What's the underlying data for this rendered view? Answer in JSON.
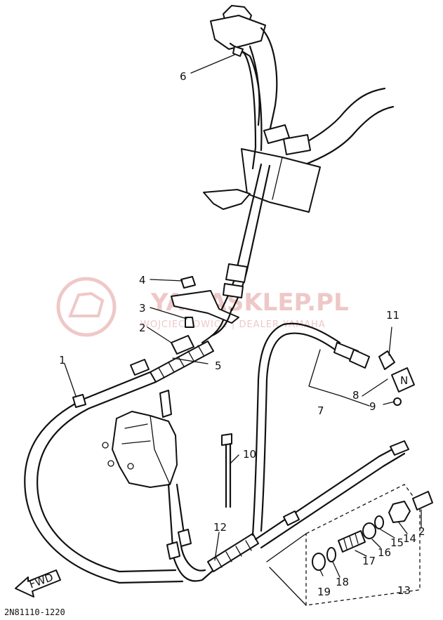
{
  "diagram_code": "2N81110-1220",
  "fwd_label": "FWD",
  "neutral_mark": "N",
  "watermark": {
    "brand": "YAMASKLEP.PL",
    "tagline": "WOJCIECHOWICZ | DEALER YAMAHA"
  },
  "callouts": [
    "1",
    "2",
    "3",
    "4",
    "5",
    "6",
    "7",
    "8",
    "9",
    "10",
    "11",
    "12",
    "13",
    "14",
    "15",
    "16",
    "17",
    "18",
    "19",
    "2"
  ]
}
